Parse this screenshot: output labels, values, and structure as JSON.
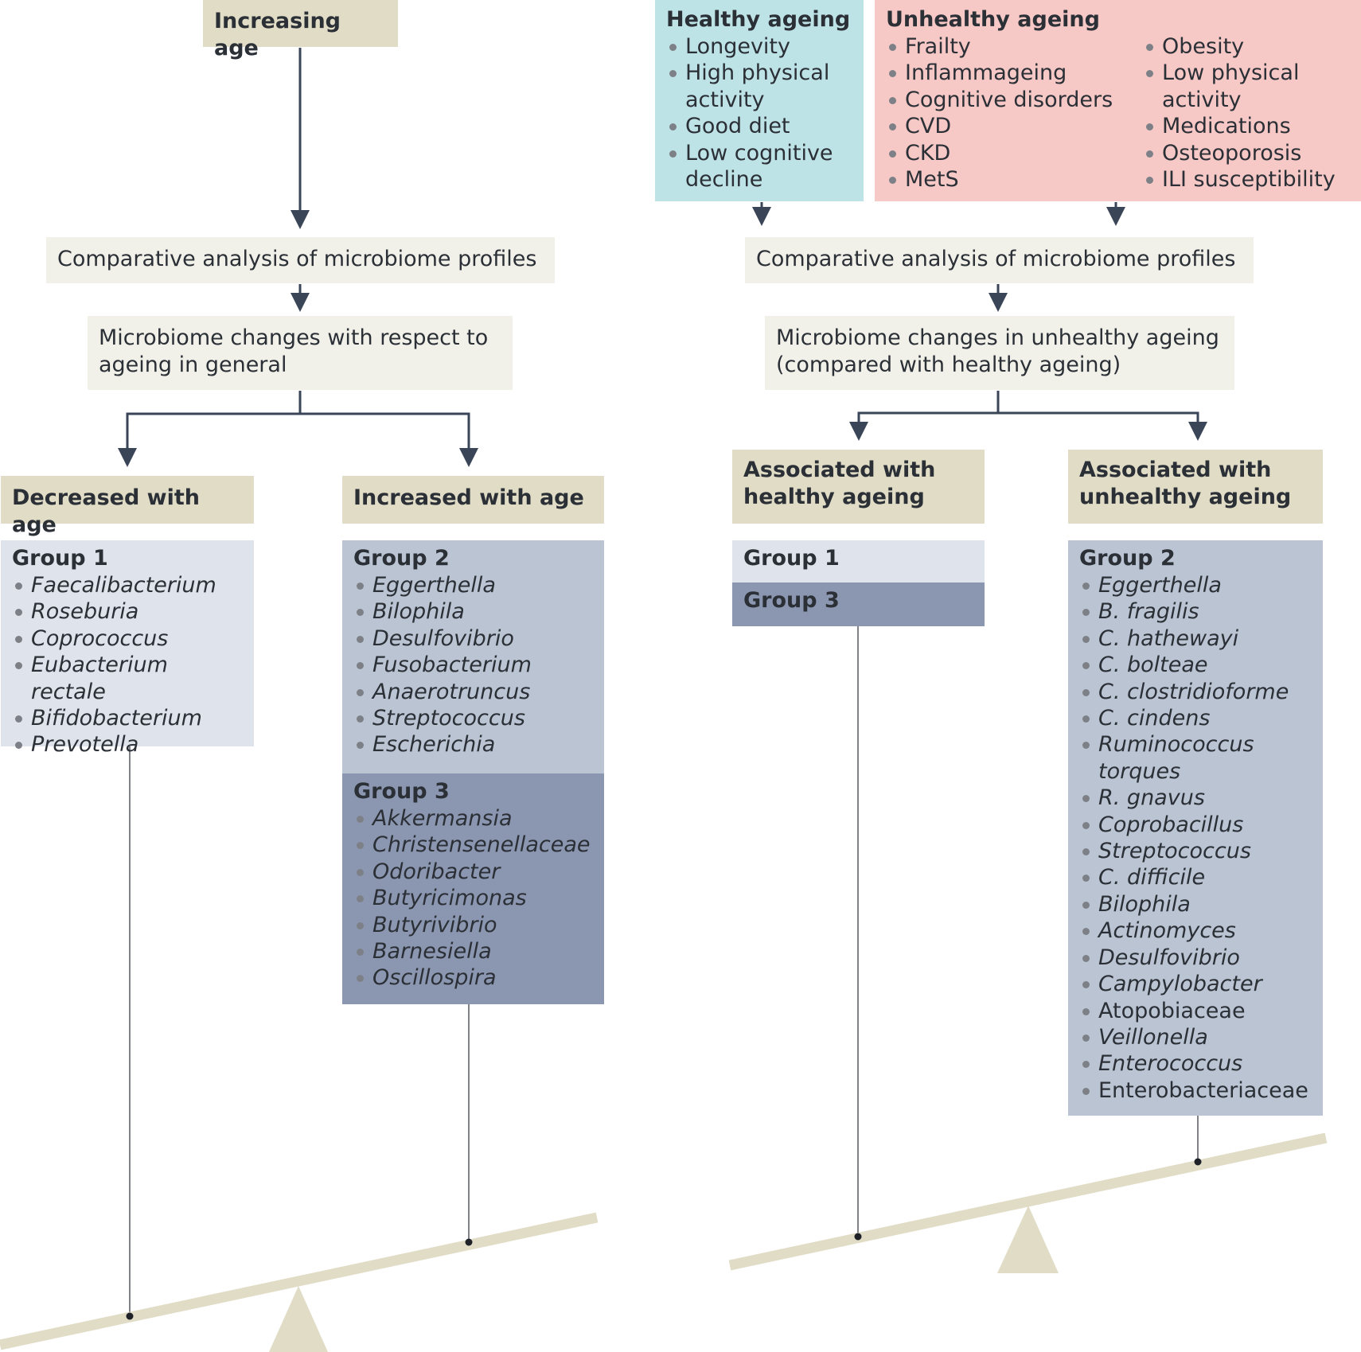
{
  "left": {
    "top_label": "Increasing age",
    "comparative": "Comparative analysis of microbiome profiles",
    "changes": "Microbiome changes with respect to ageing in general",
    "decreased": "Decreased with age",
    "increased": "Increased with age",
    "group1": {
      "title": "Group 1",
      "items": [
        "Faecalibacterium",
        "Roseburia",
        "Coprococcus",
        "Eubacterium rectale",
        "Bifidobacterium",
        "Prevotella"
      ]
    },
    "group2": {
      "title": "Group 2",
      "items": [
        "Eggerthella",
        "Bilophila",
        "Desulfovibrio",
        "Fusobacterium",
        "Anaerotruncus",
        "Streptococcus",
        "Escherichia"
      ]
    },
    "group3": {
      "title": "Group 3",
      "items": [
        "Akkermansia",
        "Christensenellaceae",
        "Odoribacter",
        "Butyricimonas",
        "Butyrivibrio",
        "Barnesiella",
        "Oscillospira"
      ]
    }
  },
  "right": {
    "healthy": {
      "title": "Healthy ageing",
      "items": [
        "Longevity",
        "High physical activity",
        "Good diet",
        "Low cognitive decline"
      ]
    },
    "unhealthy": {
      "title": "Unhealthy ageing",
      "items_col1": [
        "Frailty",
        "Inflammageing",
        "Cognitive disorders",
        "CVD",
        "CKD",
        "MetS"
      ],
      "items_col2": [
        "Obesity",
        "Low physical activity",
        "Medications",
        "Osteoporosis",
        "ILI susceptibility"
      ]
    },
    "comparative": "Comparative analysis of microbiome profiles",
    "changes": "Microbiome changes in unhealthy ageing (compared with healthy ageing)",
    "assoc_healthy": "Associated with healthy ageing",
    "assoc_unhealthy": "Associated with unhealthy ageing",
    "group1_title": "Group 1",
    "group3_title": "Group 3",
    "group2": {
      "title": "Group 2",
      "items": [
        "Eggerthella",
        "B. fragilis",
        "C. hathewayi",
        "C. bolteae",
        "C. clostridioforme",
        "C. cindens",
        "Ruminococcus torques",
        "R. gnavus",
        "Coprobacillus",
        "Streptococcus",
        "C. difficile",
        "Bilophila",
        "Actinomyces",
        "Desulfovibrio",
        "Campylobacter",
        "Atopobiaceae",
        "Veillonella",
        "Enterococcus",
        "Enterobacteriaceae"
      ],
      "upright": [
        "Atopobiaceae",
        "Enterobacteriaceae"
      ]
    }
  },
  "colors": {
    "tan": "#e0dcc6",
    "pale": "#f1f1ea",
    "group1": "#dfe3eb",
    "group2": "#bac4d3",
    "group3": "#8b96b0",
    "healthy": "#bee3e7",
    "unhealthy": "#f6c8c6",
    "arrow": "#3a4557"
  }
}
